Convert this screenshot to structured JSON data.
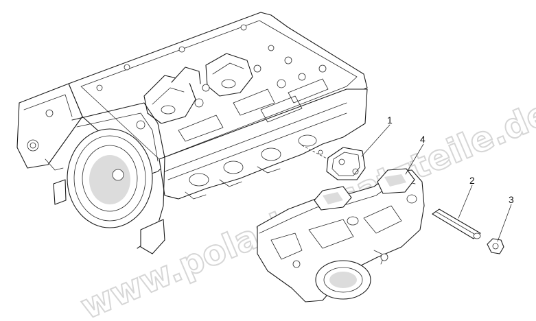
{
  "watermark": {
    "text": "www.polarisersatzteile.de"
  },
  "callouts": [
    {
      "label": "1",
      "part": "gasket"
    },
    {
      "label": "2",
      "part": "stud"
    },
    {
      "label": "3",
      "part": "nut"
    },
    {
      "label": "4",
      "part": "exhaust-manifold"
    }
  ],
  "colors": {
    "line": "#1a1a1a",
    "shade": "#dcdcdc",
    "watermark_outline": "#d6d6d6",
    "background": "#ffffff"
  }
}
